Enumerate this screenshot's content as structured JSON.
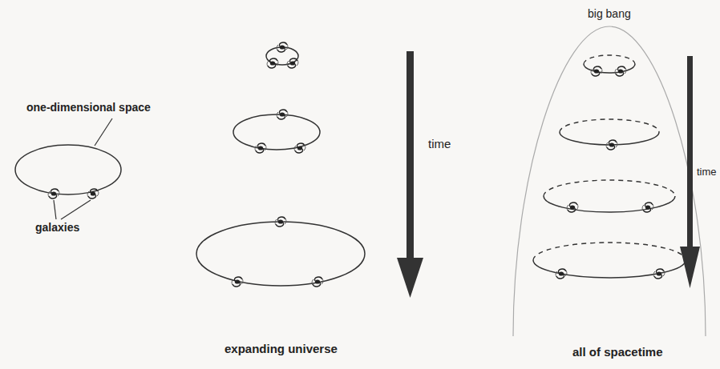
{
  "diagram": {
    "labels": [
      "one-dimensional space",
      "galaxies",
      "time",
      "big bang",
      "time",
      "expanding universe",
      "all of spacetime"
    ]
  }
}
